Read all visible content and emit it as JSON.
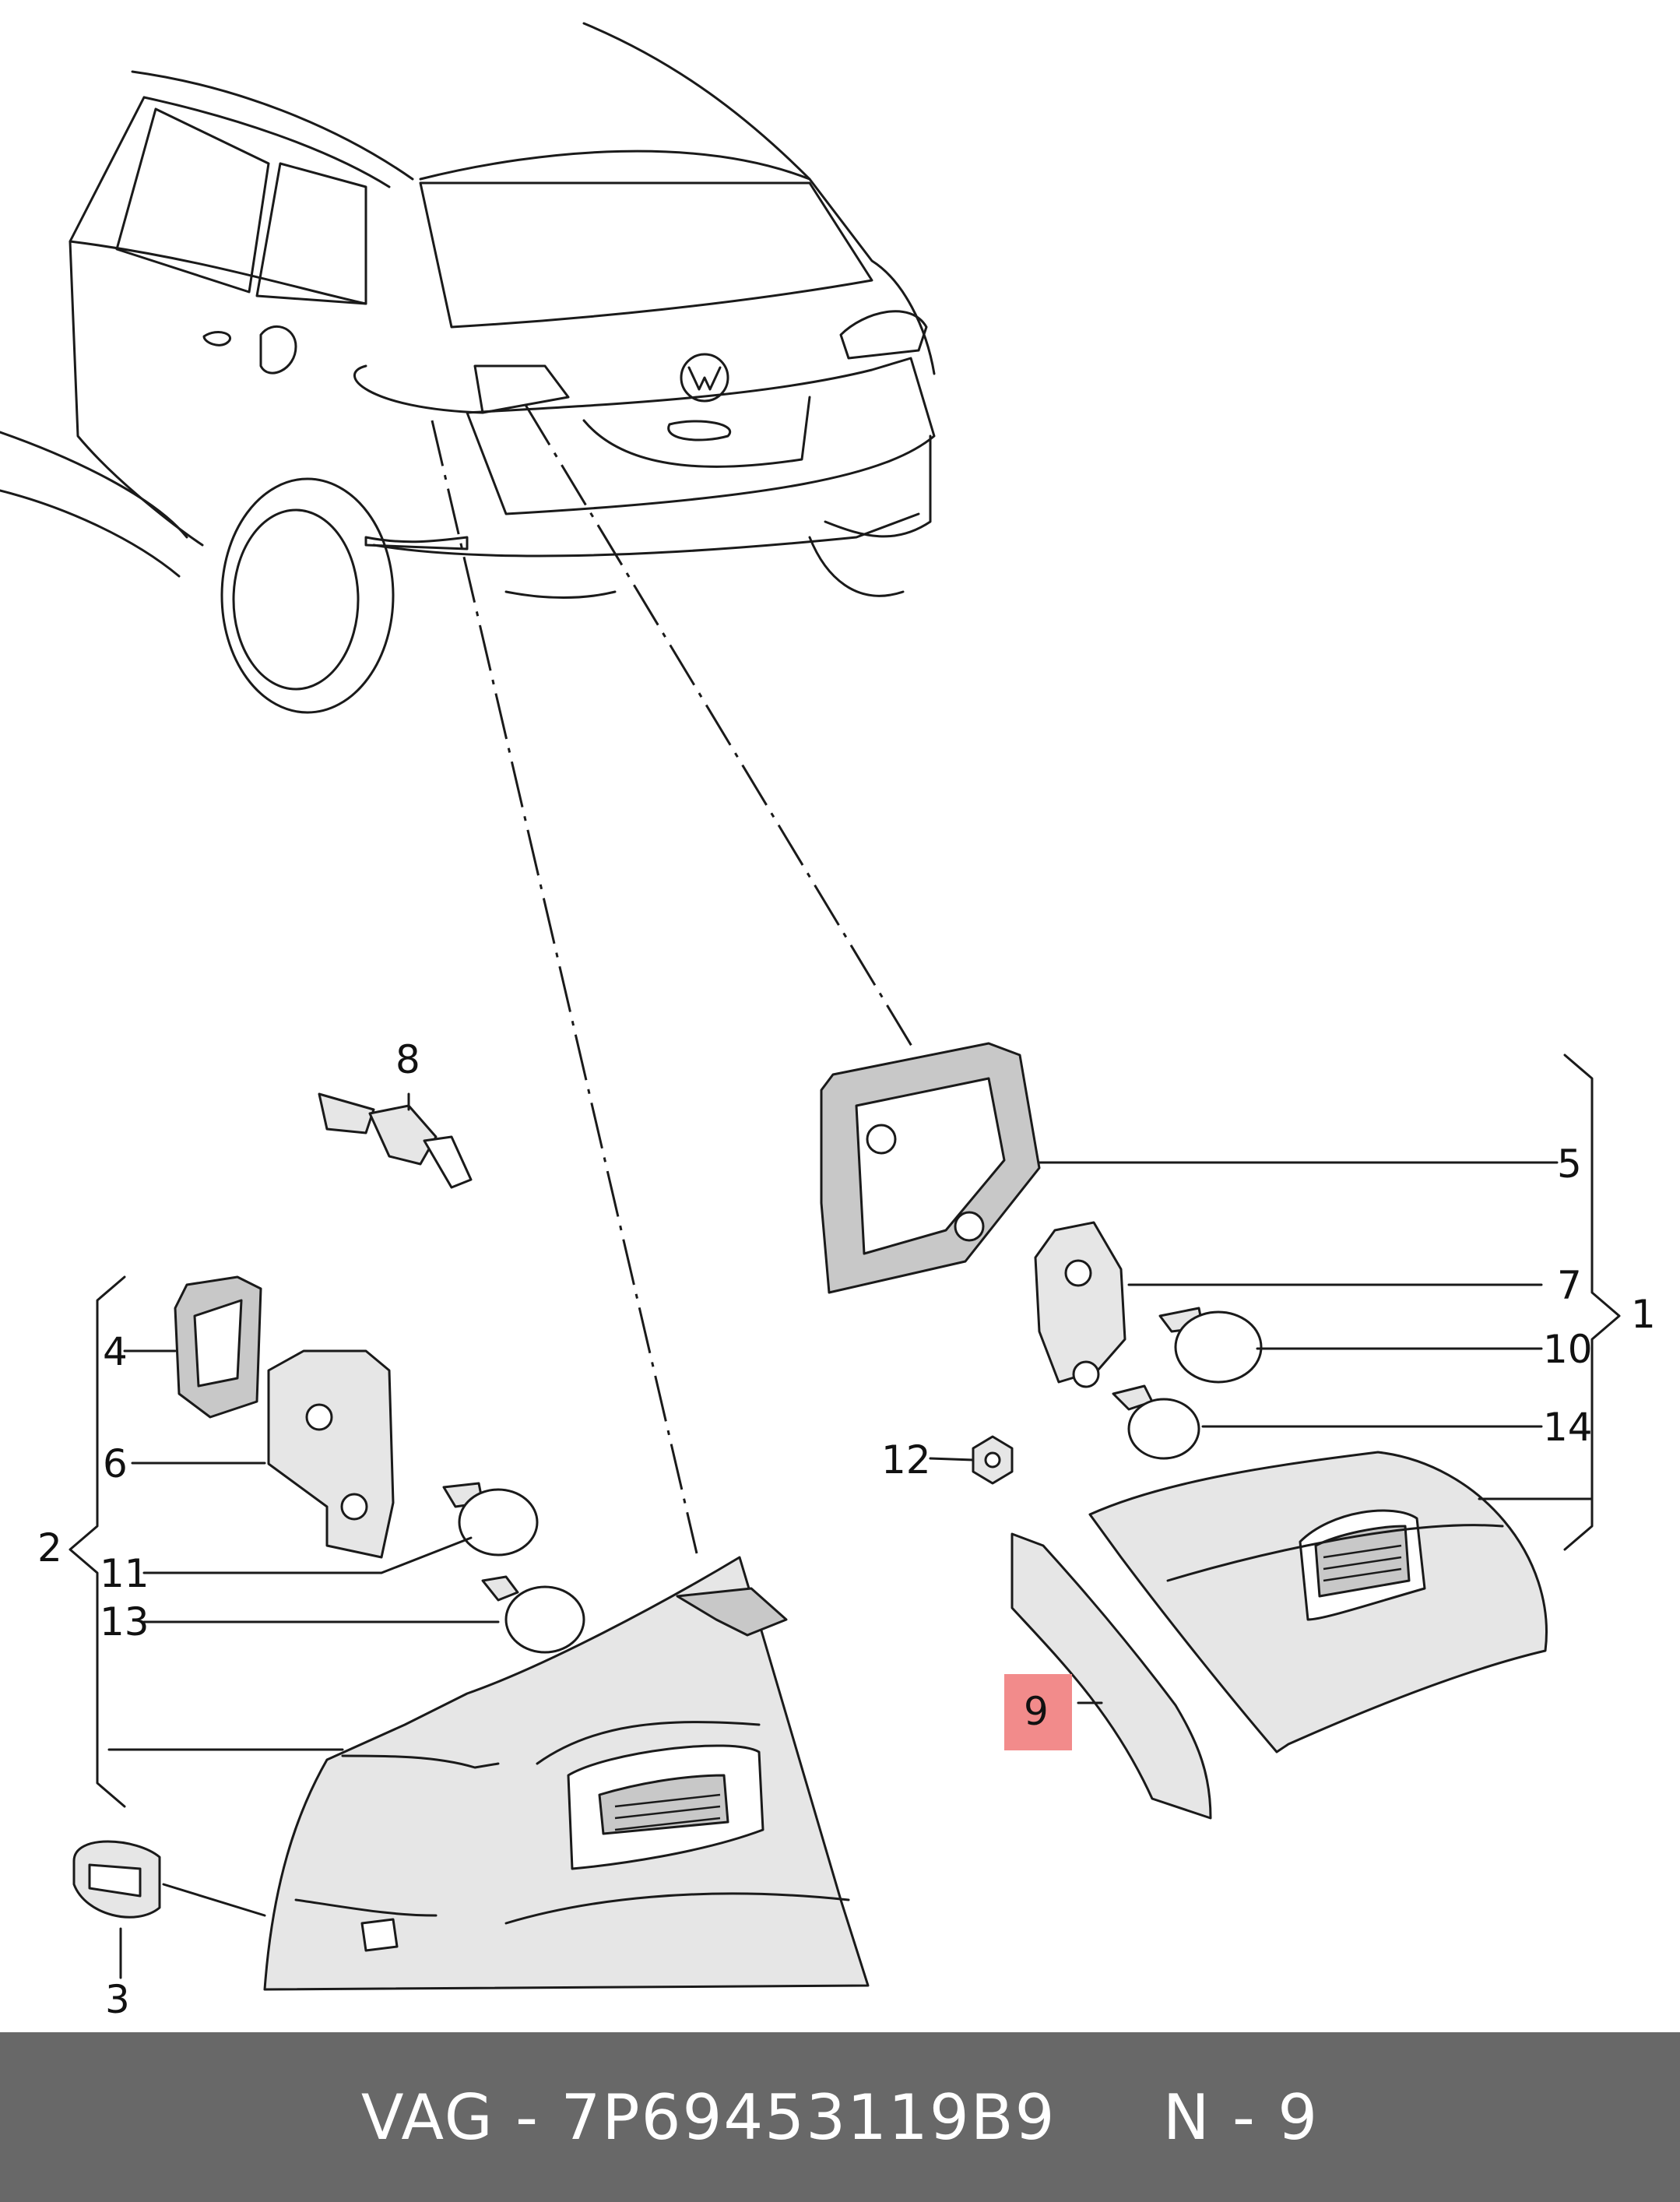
{
  "callouts": [
    {
      "id": "1",
      "text": "1"
    },
    {
      "id": "2",
      "text": "2"
    },
    {
      "id": "3",
      "text": "3"
    },
    {
      "id": "4",
      "text": "4"
    },
    {
      "id": "5",
      "text": "5"
    },
    {
      "id": "6",
      "text": "6"
    },
    {
      "id": "7",
      "text": "7"
    },
    {
      "id": "8",
      "text": "8"
    },
    {
      "id": "9",
      "text": "9"
    },
    {
      "id": "10",
      "text": "10"
    },
    {
      "id": "11",
      "text": "11"
    },
    {
      "id": "12",
      "text": "12"
    },
    {
      "id": "13",
      "text": "13"
    },
    {
      "id": "14",
      "text": "14"
    }
  ],
  "highlight": {
    "callout": "9",
    "color": "#f28b8b"
  },
  "footer": {
    "text": "VAG - 7P69453119B9     N - 9",
    "background": "#686868",
    "color": "#ffffff"
  }
}
